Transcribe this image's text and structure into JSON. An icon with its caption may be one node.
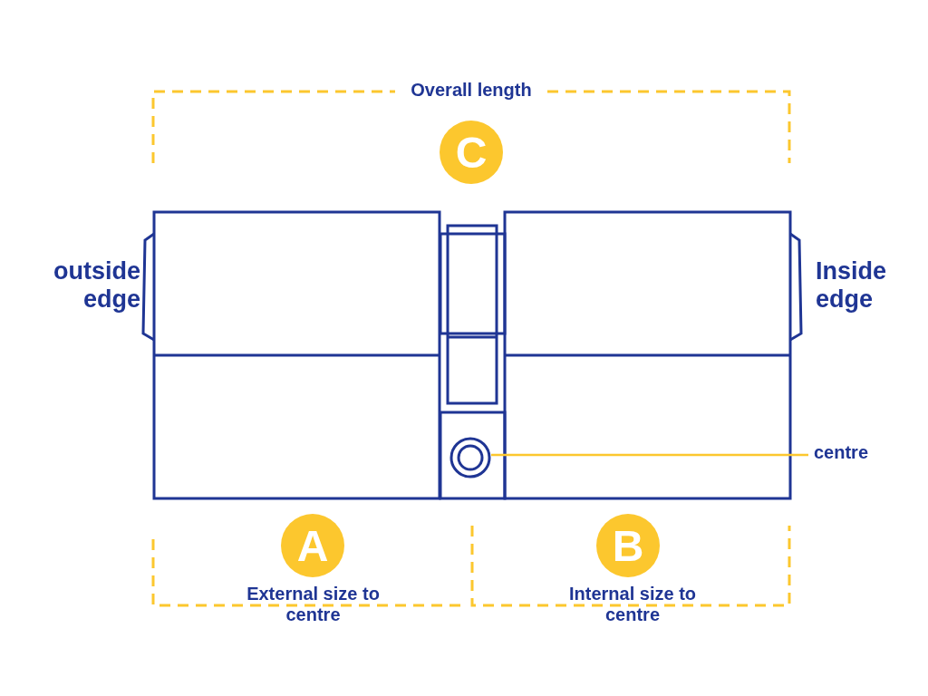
{
  "diagram": {
    "nodes": [
      {
        "text": [
          "C"
        ],
        "beside": [
          "Overall length"
        ]
      },
      {
        "text": [],
        "shape": "circle"
      },
      {
        "text": [
          "centre"
        ]
      },
      {
        "text": [
          "A"
        ],
        "beside": [
          "External size to centre"
        ]
      },
      {
        "text": [
          "B"
        ],
        "beside": [
          "Internal size to centre"
        ]
      }
    ],
    "edges": [
      {
        "from": 2,
        "to": 1,
        "arrow": "none"
      }
    ],
    "labels": [
      "outside edge",
      "Inside edge"
    ]
  }
}
